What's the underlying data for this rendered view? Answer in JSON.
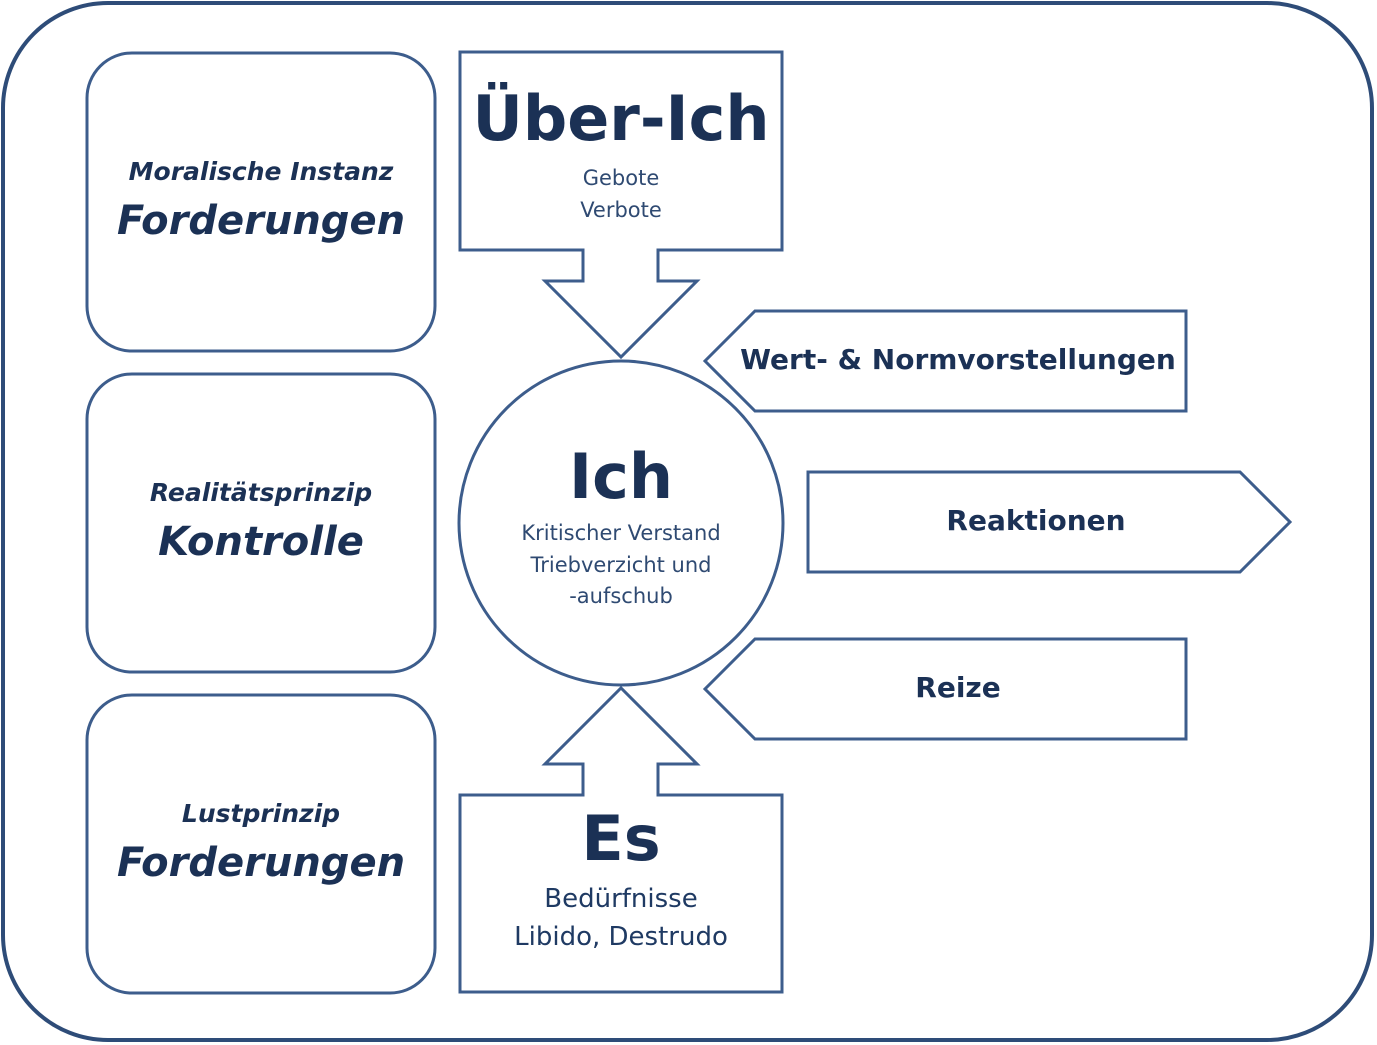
{
  "left_boxes": [
    {
      "subtitle": "Moralische Instanz",
      "title": "Forderungen"
    },
    {
      "subtitle": "Realitätsprinzip",
      "title": "Kontrolle"
    },
    {
      "subtitle": "Lustprinzip",
      "title": "Forderungen"
    }
  ],
  "ueber_ich": {
    "title": "Über-Ich",
    "lines": [
      "Gebote",
      "Verbote"
    ]
  },
  "ich": {
    "title": "Ich",
    "lines": [
      "Kritischer Verstand",
      "Triebverzicht und",
      "-aufschub"
    ]
  },
  "es": {
    "title": "Es",
    "lines": [
      "Bedürfnisse",
      "Libido, Destrudo"
    ]
  },
  "right_arrows": {
    "wert": "Wert- & Normvorstellungen",
    "reaktionen": "Reaktionen",
    "reize": "Reize"
  },
  "colors": {
    "stroke": "#3d5d8c",
    "frame": "#2e4c78",
    "text": "#1b3155"
  }
}
